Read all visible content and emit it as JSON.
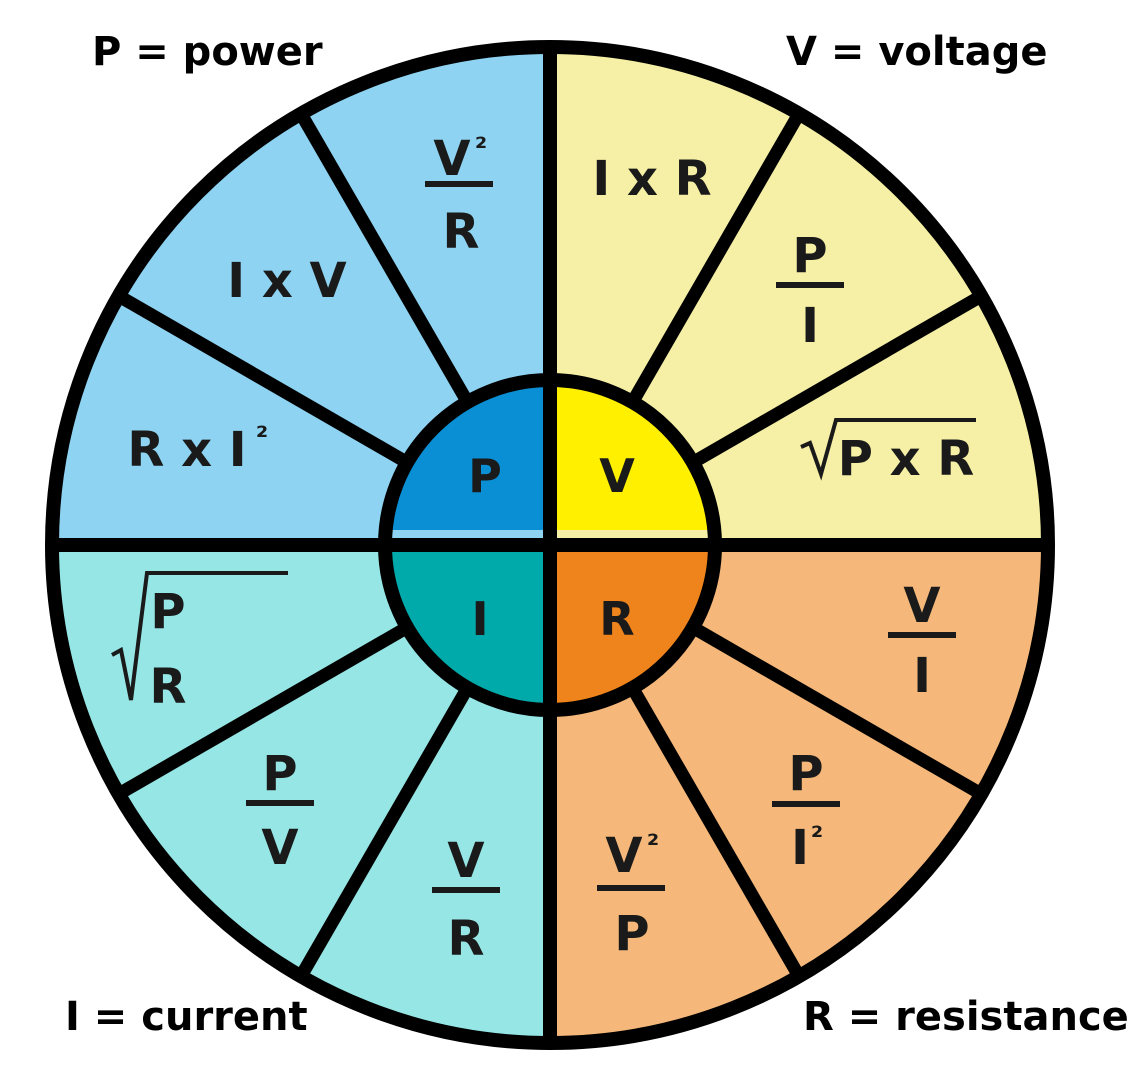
{
  "corners": {
    "power": "P = power",
    "voltage": "V = voltage",
    "current": "I = current",
    "resistance": "R = resistance"
  },
  "hub": {
    "p": "P",
    "v": "V",
    "i": "I",
    "r": "R"
  },
  "power": {
    "v2_over_r": {
      "num": "V",
      "sup": "²",
      "den": "R"
    },
    "i_x_v": "I x V",
    "r_x_i2": {
      "text": "R x I",
      "sup": "²"
    }
  },
  "voltage": {
    "i_x_r": "I x R",
    "p_over_i": {
      "num": "P",
      "den": "I"
    },
    "sqrt_p_x_r": "P x R"
  },
  "current": {
    "sqrt_p_over_r": {
      "num": "P",
      "den": "R"
    },
    "p_over_v": {
      "num": "P",
      "den": "V"
    },
    "v_over_r": {
      "num": "V",
      "den": "R"
    }
  },
  "resistance": {
    "v_over_i": {
      "num": "V",
      "den": "I"
    },
    "p_over_i2": {
      "num": "P",
      "den": "I",
      "sup": "²"
    },
    "v2_over_p": {
      "num": "V",
      "sup": "²",
      "den": "P"
    }
  },
  "colors": {
    "power_outer": "#8ed3f2",
    "voltage_outer": "#f5f0a5",
    "current_outer": "#96e6e6",
    "resistance_outer": "#f5b87a",
    "hub_power": "#0a8fd4",
    "hub_voltage": "#fff000",
    "hub_current": "#00aaaa",
    "hub_resistance": "#f0841c",
    "outline": "#000000"
  }
}
